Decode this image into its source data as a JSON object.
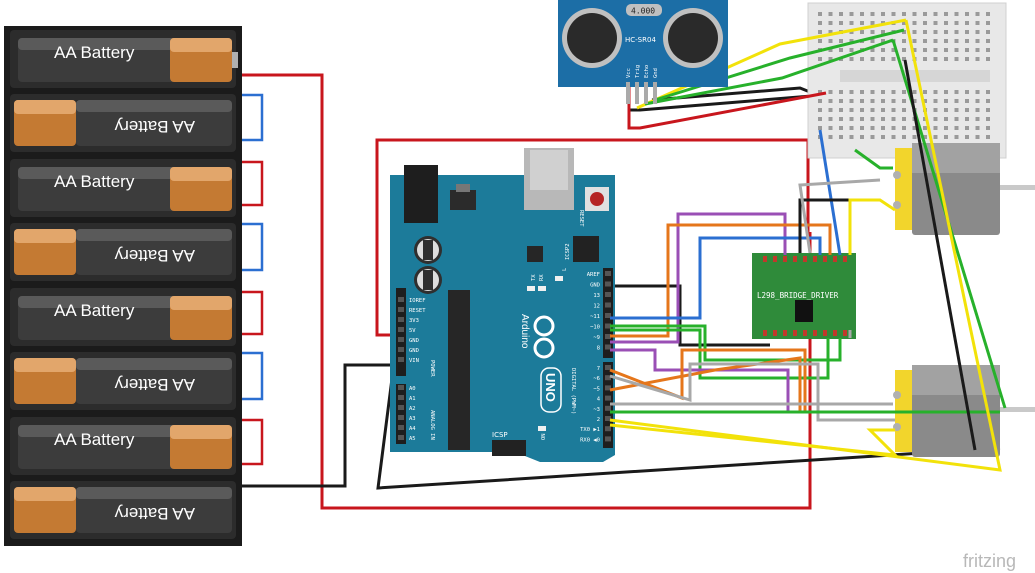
{
  "battery": {
    "label": "AA Battery"
  },
  "sensor": {
    "display": "4.000",
    "model": "HC-SR04",
    "pins": [
      "Vcc",
      "Trig",
      "Echo",
      "Gnd"
    ]
  },
  "arduino": {
    "brand": "Arduino",
    "model": "UNO",
    "reset": "RESET",
    "icsp": "ICSP",
    "icsp2": "ICSP2",
    "on": "ON",
    "tx": "TX",
    "rx": "RX",
    "l": "L",
    "digital": "DIGITAL (PWM~)",
    "power": "POWER",
    "analog": "ANALOG IN",
    "power_pins": [
      "IOREF",
      "RESET",
      "3V3",
      "5V",
      "GND",
      "GND",
      "VIN"
    ],
    "analog_pins": [
      "A0",
      "A1",
      "A2",
      "A3",
      "A4",
      "A5"
    ],
    "digital_pins": [
      "AREF",
      "GND",
      "13",
      "12",
      "~11",
      "~10",
      "~9",
      "8",
      "7",
      "~6",
      "~5",
      "4",
      "~3",
      "2",
      "TX0 ▶1",
      "RX0 ◀0"
    ]
  },
  "driver": {
    "label": "L298_BRIDGE_DRIVER"
  },
  "watermark": "fritzing",
  "colors": {
    "wire_red": "#c8161d",
    "wire_black": "#1a1a1a",
    "wire_blue": "#2b6fd1",
    "wire_green": "#27b12b",
    "wire_yellow": "#f2e20a",
    "wire_orange": "#e5761b",
    "wire_purple": "#9a4fb5",
    "wire_gray": "#a8a8a8",
    "board_teal": "#1c7b9a",
    "driver_green": "#2f8b3a"
  }
}
